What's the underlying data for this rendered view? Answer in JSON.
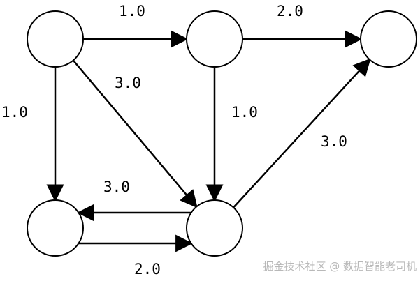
{
  "diagram": {
    "nodes": [
      {
        "id": "A"
      },
      {
        "id": "B"
      },
      {
        "id": "C"
      },
      {
        "id": "D"
      },
      {
        "id": "E"
      }
    ],
    "edges": [
      {
        "from": "A",
        "to": "B",
        "label": "1.0"
      },
      {
        "from": "B",
        "to": "C",
        "label": "2.0"
      },
      {
        "from": "A",
        "to": "D",
        "label": "1.0"
      },
      {
        "from": "A",
        "to": "E",
        "label": "3.0"
      },
      {
        "from": "B",
        "to": "E",
        "label": "1.0"
      },
      {
        "from": "D",
        "to": "E",
        "label": "3.0"
      },
      {
        "from": "E",
        "to": "D",
        "label": "2.0"
      },
      {
        "from": "E",
        "to": "C",
        "label": "3.0"
      }
    ],
    "colors": {
      "stroke": "#000000",
      "background": "#ffffff",
      "watermark": "#b8b8b8"
    }
  },
  "watermark": {
    "text": "掘金技术社区 @ 数据智能老司机"
  }
}
